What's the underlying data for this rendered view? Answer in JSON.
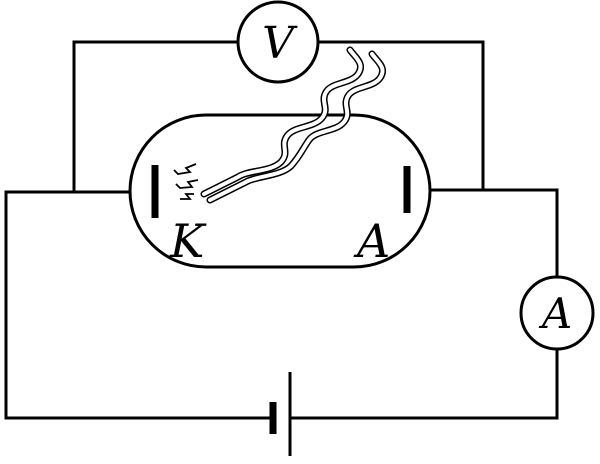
{
  "diagram": {
    "cathode_label": "K",
    "anode_label": "A",
    "voltmeter_label": "V",
    "ammeter_label": "A"
  }
}
